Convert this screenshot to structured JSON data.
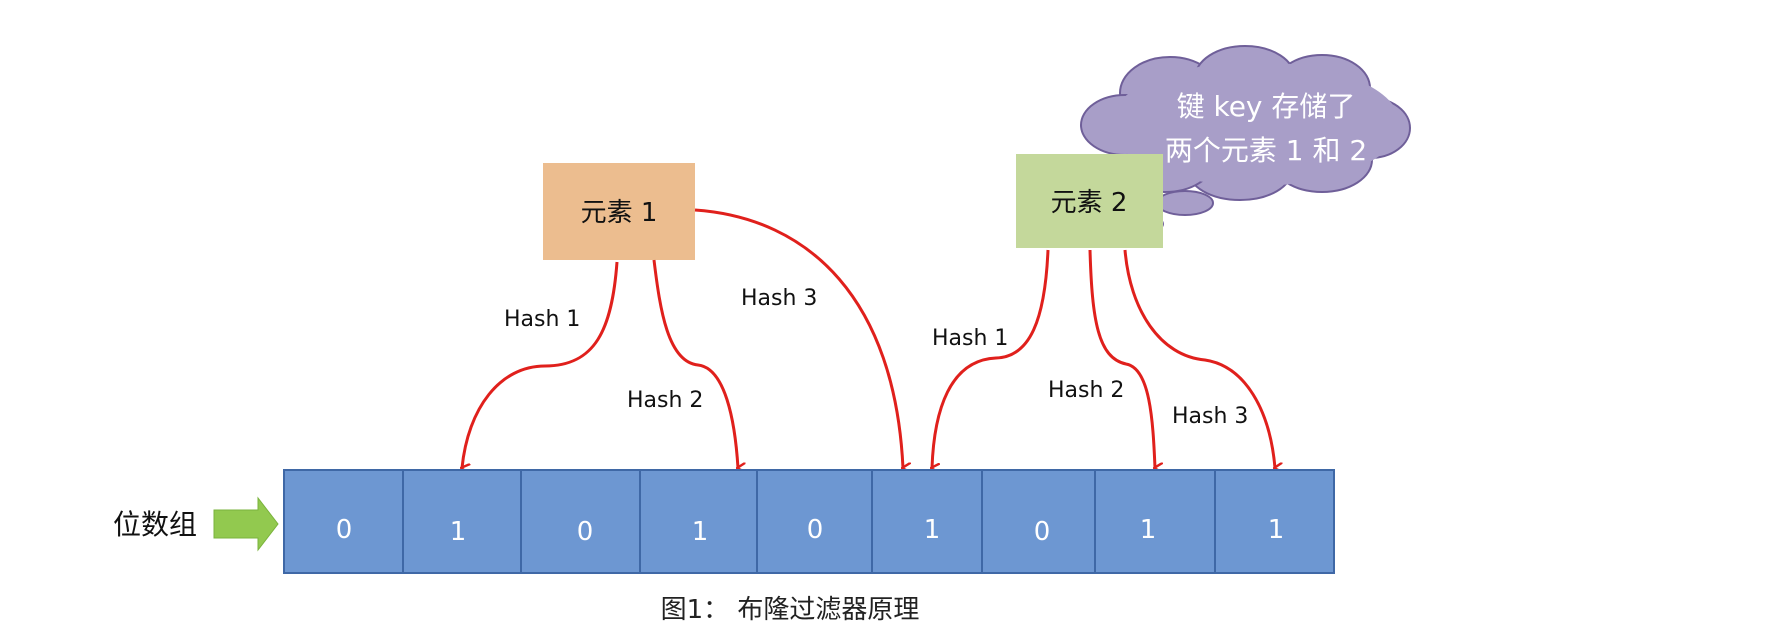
{
  "bit_array": {
    "label": "位数组",
    "cells": [
      "0",
      "1",
      "0",
      "1",
      "0",
      "1",
      "0",
      "1",
      "1"
    ]
  },
  "elements": [
    {
      "label": "元素 1",
      "color": "#ecbd8f"
    },
    {
      "label": "元素 2",
      "color": "#c4d89b"
    }
  ],
  "hash_labels": {
    "e1_h1": "Hash 1",
    "e1_h2": "Hash 2",
    "e1_h3": "Hash 3",
    "e2_h1": "Hash 1",
    "e2_h2": "Hash 2",
    "e2_h3": "Hash 3"
  },
  "cloud": {
    "line1": "键 key 存储了",
    "line2": "两个元素 1 和 2",
    "color": "#a89ec8"
  },
  "caption": "图1： 布隆过滤器原理",
  "colors": {
    "cell_fill": "#6d97d2",
    "cell_border": "#3f68a6",
    "arrow": "#e0201c",
    "pointer_arrow": "#92c94f"
  }
}
